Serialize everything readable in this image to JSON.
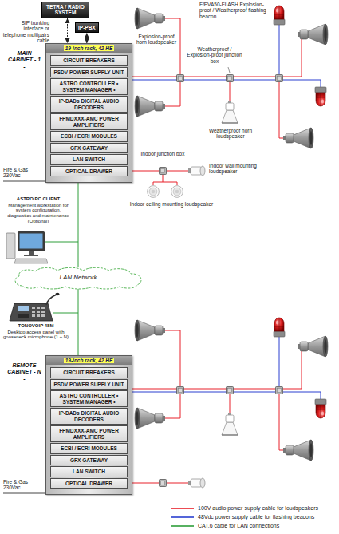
{
  "diagram": {
    "nodes": [
      {
        "text": [
          "TETRA / RADIO SYSTEM"
        ]
      },
      {
        "text": [
          "IP-PBX"
        ]
      },
      {
        "text": [
          "MAIN CABINET - 1 -",
          "19-inch rack, 42 HE"
        ]
      },
      {
        "text": [
          "CIRCUIT BREAKERS"
        ],
        "in": 2
      },
      {
        "text": [
          "PSDV POWER SUPPLY UNIT"
        ],
        "in": 2
      },
      {
        "text": [
          "ASTRO CONTROLLER • SYSTEM MANAGER •"
        ],
        "in": 2
      },
      {
        "text": [
          "IP-DADs DIGITAL AUDIO DECODERS"
        ],
        "in": 2
      },
      {
        "text": [
          "FPMDXXX-AMC POWER AMPLIFIERS"
        ],
        "in": 2
      },
      {
        "text": [
          "ECBI / ECRI MODULES"
        ],
        "in": 2
      },
      {
        "text": [
          "GFX GATEWAY"
        ],
        "in": 2
      },
      {
        "text": [
          "LAN SWITCH"
        ],
        "in": 2
      },
      {
        "text": [
          "OPTICAL DRAWER"
        ],
        "in": 2
      },
      {
        "text": [
          "LAN Network"
        ]
      },
      {
        "text": [
          "REMOTE CABINET - N -",
          "19-inch rack, 42 HE"
        ]
      },
      {
        "text": [
          "CIRCUIT BREAKERS"
        ],
        "in": 13
      },
      {
        "text": [
          "PSDV POWER SUPPLY UNIT"
        ],
        "in": 13
      },
      {
        "text": [
          "ASTRO CONTROLLER • SYSTEM MANAGER •"
        ],
        "in": 13
      },
      {
        "text": [
          "IP-DADs DIGITAL AUDIO DECODERS"
        ],
        "in": 13
      },
      {
        "text": [
          "FPMDXXX-AMC POWER AMPLIFIERS"
        ],
        "in": 13
      },
      {
        "text": [
          "ECBI / ECRI MODULES"
        ],
        "in": 13
      },
      {
        "text": [
          "GFX GATEWAY"
        ],
        "in": 13
      },
      {
        "text": [
          "LAN SWITCH"
        ],
        "in": 13
      },
      {
        "text": [
          "OPTICAL DRAWER"
        ],
        "in": 13
      }
    ],
    "edges": [
      {
        "from": 0,
        "to": 2,
        "arrow": "both"
      },
      {
        "from": 1,
        "to": 2,
        "arrow": "both"
      },
      {
        "from": 2,
        "to": 12,
        "arrow": "none"
      },
      {
        "from": 12,
        "to": 13,
        "arrow": "none"
      }
    ],
    "labels": [
      "SIP trunking interface or telephone multipairs cable",
      "Explosion-proof horn loudspeaker",
      "F/EVA50-FLASH Explosion-proof / Weatherproof flashing beacon",
      "Weatherproof / Explosion-proof junction box",
      "Weatherproof horn loudspeaker",
      "Indoor junction box",
      "Indoor wall mounting loudspeaker",
      "Indoor ceiling mounting loudspeaker",
      "Fire & Gas 230Vac",
      "ASTRO PC CLIENT",
      "Management workstation for system configuration, diagnostics and maintenance (Optional)",
      "TONOVOIP 48M",
      "Desktop access panel with gooseneck microphone (1 ÷ N)",
      "Fire & Gas 230Vac"
    ],
    "legend": [
      {
        "text": "100V audio power supply cable for loudspeakers",
        "color": "#e8202a"
      },
      {
        "text": "48Vdc power supply cable for flashing beacons",
        "color": "#2a3fd0"
      },
      {
        "text": "CAT.6 cable for LAN connections",
        "color": "#2e9e3a"
      }
    ]
  }
}
